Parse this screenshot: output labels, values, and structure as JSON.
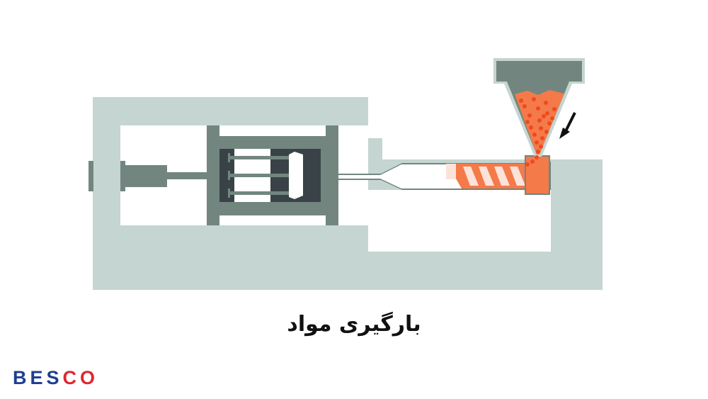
{
  "diagram": {
    "title": "بارگیری مواد",
    "subject": "injection molding machine - material loading stage",
    "components": [
      "clamping-unit",
      "moving-platen",
      "mould",
      "ejector-pins",
      "barrel",
      "screw",
      "hopper",
      "plastic-pellets",
      "feed-arrow"
    ],
    "colors": {
      "frame": "#C5D5D1",
      "platen": "#72867F",
      "mould": "#394347",
      "hopper": "#72867F",
      "material": "#F47A4A",
      "pellets": "#EE4A1E",
      "screw_flight": "#FBE3DA",
      "arrow": "#111111"
    }
  },
  "logo": {
    "part1": "BES",
    "part2": "CO",
    "colors": {
      "primary": "#1F3F8F",
      "accent": "#E02630"
    }
  }
}
